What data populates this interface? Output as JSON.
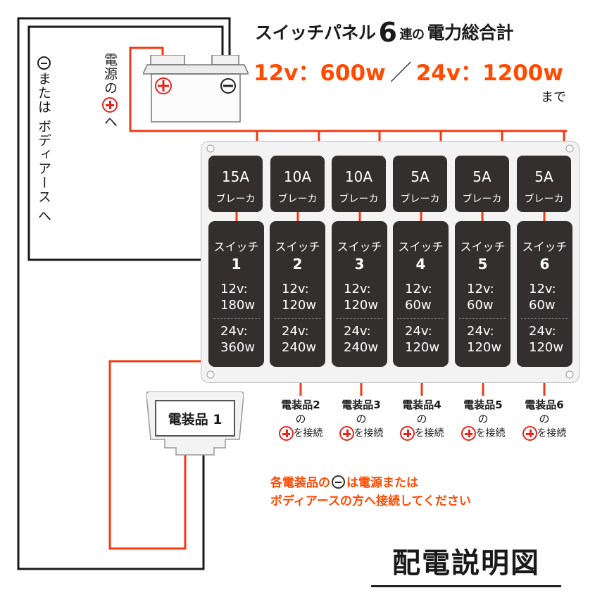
{
  "title": {
    "prefix": "スイッチパネル",
    "count": "6",
    "suffix_small": "連の",
    "suffix": "電力総合計",
    "spec_12v": "12v：600w",
    "slash": "／",
    "spec_24v": "24v：1200w",
    "made": "まで"
  },
  "side_labels": {
    "ground": "または ボディアース へ",
    "power_prefix": "電源の",
    "power_suffix": "へ"
  },
  "battery": {
    "plus": "+",
    "minus": "−"
  },
  "breakers": [
    {
      "amp": "15A",
      "label": "ブレーカ"
    },
    {
      "amp": "10A",
      "label": "ブレーカ"
    },
    {
      "amp": "10A",
      "label": "ブレーカ"
    },
    {
      "amp": "5A",
      "label": "ブレーカ"
    },
    {
      "amp": "5A",
      "label": "ブレーカ"
    },
    {
      "amp": "5A",
      "label": "ブレーカ"
    }
  ],
  "switches": [
    {
      "label": "スイッチ",
      "num": "1",
      "v12": "12v:",
      "w12": "180w",
      "v24": "24v:",
      "w24": "360w"
    },
    {
      "label": "スイッチ",
      "num": "2",
      "v12": "12v:",
      "w12": "120w",
      "v24": "24v:",
      "w24": "240w"
    },
    {
      "label": "スイッチ",
      "num": "3",
      "v12": "12v:",
      "w12": "120w",
      "v24": "24v:",
      "w24": "240w"
    },
    {
      "label": "スイッチ",
      "num": "4",
      "v12": "12v:",
      "w12": "60w",
      "v24": "24v:",
      "w24": "120w"
    },
    {
      "label": "スイッチ",
      "num": "5",
      "v12": "12v:",
      "w12": "60w",
      "v24": "24v:",
      "w24": "120w"
    },
    {
      "label": "スイッチ",
      "num": "6",
      "v12": "12v:",
      "w12": "60w",
      "v24": "24v:",
      "w24": "120w"
    }
  ],
  "device1": "電装品 1",
  "devices": [
    {
      "name": "電装品2",
      "of": "の",
      "conn": "を接続"
    },
    {
      "name": "電装品3",
      "of": "の",
      "conn": "を接続"
    },
    {
      "name": "電装品4",
      "of": "の",
      "conn": "を接続"
    },
    {
      "name": "電装品5",
      "of": "の",
      "conn": "を接続"
    },
    {
      "name": "電装品6",
      "of": "の",
      "conn": "を接続"
    }
  ],
  "note": {
    "line1_a": "各電装品の",
    "line1_b": "は電源または",
    "line2": "ボディアースの方へ接続してください"
  },
  "diagram_title": "配電説明図",
  "colors": {
    "red_wire": "#f03a14",
    "orange_text": "#ff4a00",
    "module": "#332f2f",
    "black_wire": "#1a1a1a"
  }
}
